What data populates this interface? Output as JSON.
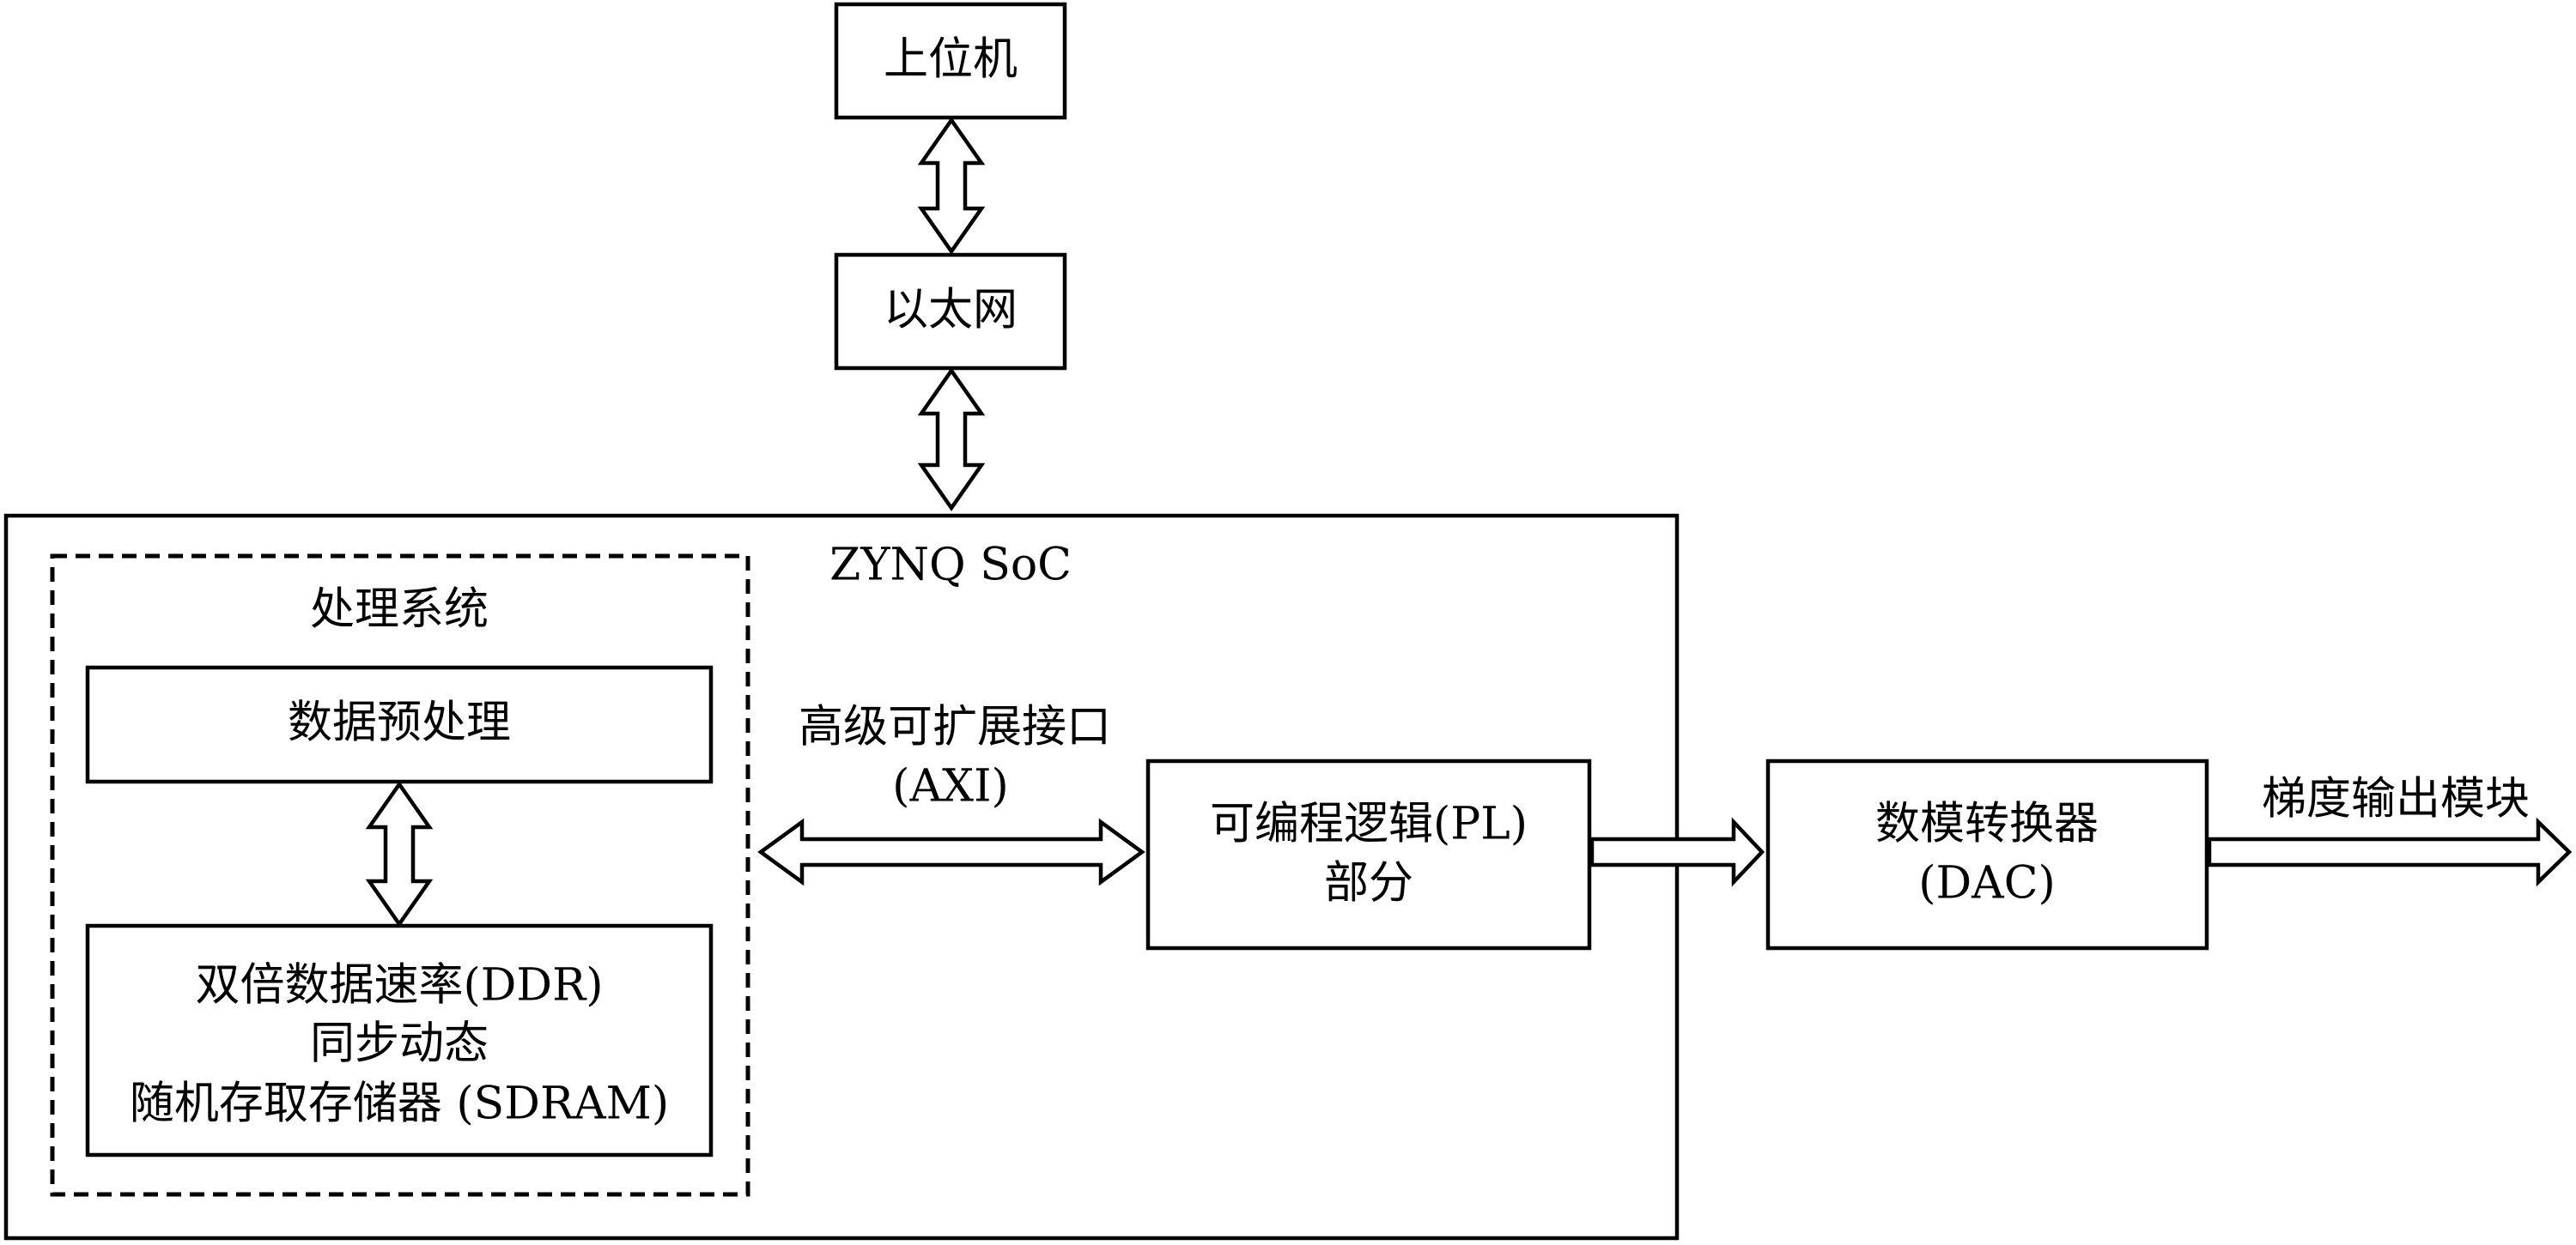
{
  "nodes": {
    "host_pc": "上位机",
    "ethernet": "以太网",
    "zynq_soc": "ZYNQ SoC",
    "processing_system": "处理系统",
    "data_preprocessing": "数据预处理",
    "ddr_line1": "双倍数据速率(DDR)",
    "ddr_line2": "同步动态",
    "ddr_line3": "随机存取存储器 (SDRAM)",
    "pl_line1": "可编程逻辑(PL)",
    "pl_line2": "部分",
    "dac_line1": "数模转换器",
    "dac_line2": "(DAC)"
  },
  "edges": {
    "axi_line1": "高级可扩展接口",
    "axi_line2": "(AXI)",
    "gradient_output": "梯度输出模块"
  }
}
